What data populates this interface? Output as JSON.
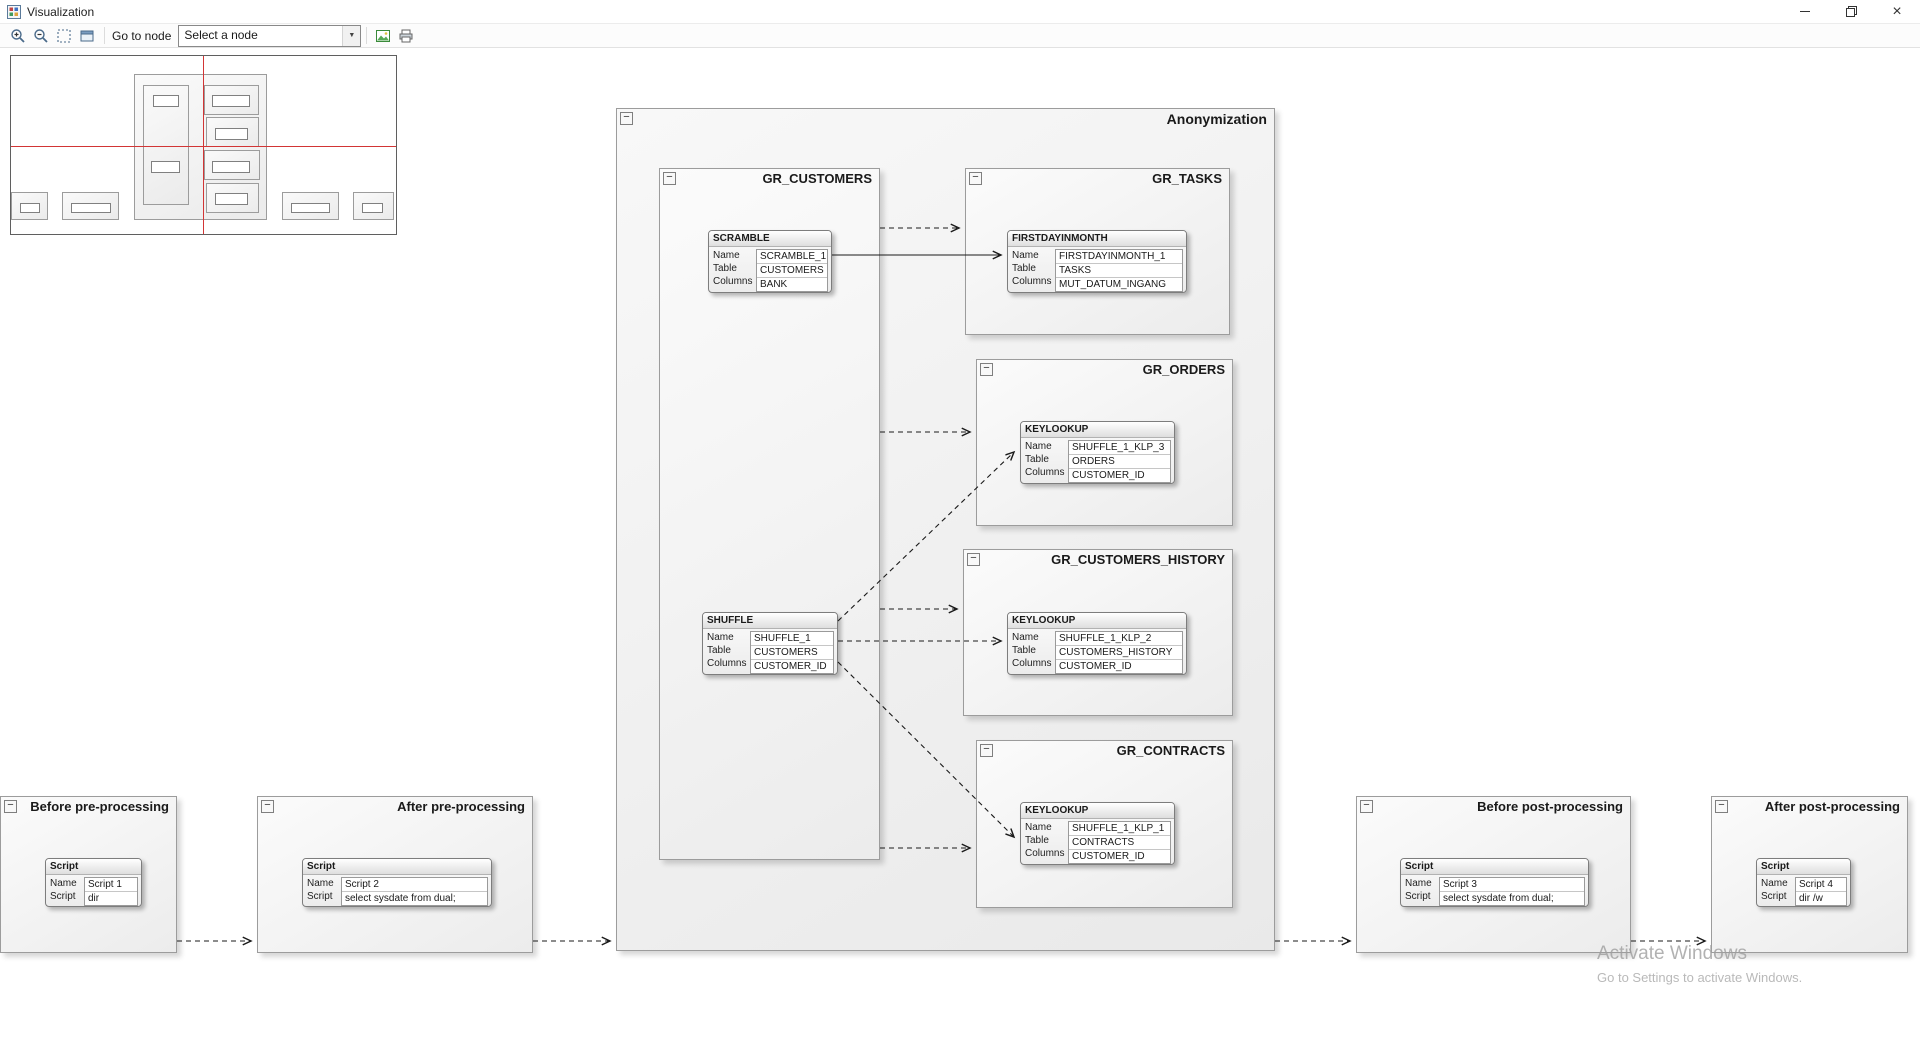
{
  "window": {
    "title": "Visualization"
  },
  "toolbar": {
    "goto_label": "Go to node",
    "node_select": {
      "value": "Select a node",
      "arrow_glyph": "▼"
    }
  },
  "icons": {
    "collapse_glyph": "−",
    "close_glyph": "×"
  },
  "groups": {
    "anonymization": {
      "title": "Anonymization"
    },
    "gr_customers": {
      "title": "GR_CUSTOMERS"
    },
    "gr_tasks": {
      "title": "GR_TASKS"
    },
    "gr_orders": {
      "title": "GR_ORDERS"
    },
    "gr_customers_history": {
      "title": "GR_CUSTOMERS_HISTORY"
    },
    "gr_contracts": {
      "title": "GR_CONTRACTS"
    },
    "before_pre": {
      "title": "Before pre-processing"
    },
    "after_pre": {
      "title": "After pre-processing"
    },
    "before_post": {
      "title": "Before post-processing"
    },
    "after_post": {
      "title": "After post-processing"
    }
  },
  "nodes": {
    "scramble": {
      "title": "SCRAMBLE",
      "fields": [
        {
          "label": "Name",
          "value": "SCRAMBLE_1"
        },
        {
          "label": "Table",
          "value": "CUSTOMERS"
        },
        {
          "label": "Columns",
          "value": "BANK"
        }
      ]
    },
    "shuffle": {
      "title": "SHUFFLE",
      "fields": [
        {
          "label": "Name",
          "value": "SHUFFLE_1"
        },
        {
          "label": "Table",
          "value": "CUSTOMERS"
        },
        {
          "label": "Columns",
          "value": "CUSTOMER_ID"
        }
      ]
    },
    "firstdayinmonth": {
      "title": "FIRSTDAYINMONTH",
      "fields": [
        {
          "label": "Name",
          "value": "FIRSTDAYINMONTH_1"
        },
        {
          "label": "Table",
          "value": "TASKS"
        },
        {
          "label": "Columns",
          "value": "MUT_DATUM_INGANG"
        }
      ]
    },
    "keylookup_orders": {
      "title": "KEYLOOKUP",
      "fields": [
        {
          "label": "Name",
          "value": "SHUFFLE_1_KLP_3"
        },
        {
          "label": "Table",
          "value": "ORDERS"
        },
        {
          "label": "Columns",
          "value": "CUSTOMER_ID"
        }
      ]
    },
    "keylookup_history": {
      "title": "KEYLOOKUP",
      "fields": [
        {
          "label": "Name",
          "value": "SHUFFLE_1_KLP_2"
        },
        {
          "label": "Table",
          "value": "CUSTOMERS_HISTORY"
        },
        {
          "label": "Columns",
          "value": "CUSTOMER_ID"
        }
      ]
    },
    "keylookup_contracts": {
      "title": "KEYLOOKUP",
      "fields": [
        {
          "label": "Name",
          "value": "SHUFFLE_1_KLP_1"
        },
        {
          "label": "Table",
          "value": "CONTRACTS"
        },
        {
          "label": "Columns",
          "value": "CUSTOMER_ID"
        }
      ]
    },
    "script1": {
      "title": "Script",
      "fields": [
        {
          "label": "Name",
          "value": "Script 1"
        },
        {
          "label": "Script",
          "value": "dir"
        }
      ]
    },
    "script2": {
      "title": "Script",
      "fields": [
        {
          "label": "Name",
          "value": "Script 2"
        },
        {
          "label": "Script",
          "value": "select sysdate from dual;"
        }
      ]
    },
    "script3": {
      "title": "Script",
      "fields": [
        {
          "label": "Name",
          "value": "Script 3"
        },
        {
          "label": "Script",
          "value": "select sysdate from dual;"
        }
      ]
    },
    "script4": {
      "title": "Script",
      "fields": [
        {
          "label": "Name",
          "value": "Script 4"
        },
        {
          "label": "Script",
          "value": "dir /w"
        }
      ]
    }
  },
  "watermark": {
    "line1": "Activate Windows",
    "line2": "Go to Settings to activate Windows."
  }
}
